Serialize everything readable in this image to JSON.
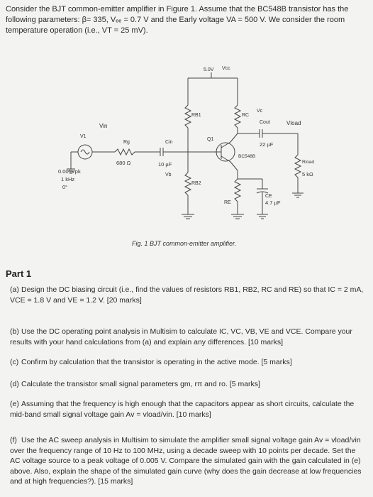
{
  "intro": "Consider the BJT common-emitter amplifier in Figure 1. Assume that the BC548B transistor has the following parameters: β= 335, Vₑₑ = 0.7 V and the Early voltage VA = 500 V. We consider the room temperature operation (i.e., VT = 25 mV).",
  "figure": {
    "labels": {
      "vsupply": "5.0V",
      "vcc": "Vcc",
      "vc": "Vc",
      "rc": "RC",
      "rb1": "RB1",
      "q1": "Q1",
      "cout": "Cout",
      "cout_val": "22 µF",
      "vload": "Vload",
      "vin": "Vin",
      "v1": "V1",
      "rg": "Rg",
      "rg_val": "680 Ω",
      "cin": "Cin",
      "cin_val": "10 µF",
      "vb": "Vb",
      "bc548b": "BC548B",
      "rload": "Rload",
      "rload_val": "5 kΩ",
      "rb2": "RB2",
      "src_amp": "0.005Vpk",
      "src_freq": "1 kHz",
      "src_phase": "0°",
      "re": "RE",
      "ce": "CE",
      "ce_val": "4.7 µF"
    },
    "caption": "Fig. 1 BJT common-emitter amplifier."
  },
  "part": {
    "title": "Part 1",
    "questions": [
      {
        "label": "(a)",
        "text": "Design the DC biasing circuit (i.e., find the values of resistors RB1, RB2, RC and RE) so that IC = 2 mA, VCE = 1.8 V and VE = 1.2 V. [20 marks]"
      },
      {
        "label": "(b)",
        "text": "Use the DC operating point analysis in Multisim to calculate IC, VC, VB, VE and VCE. Compare your results with your hand calculations from (a) and explain any differences. [10 marks]"
      },
      {
        "label": "(c)",
        "text": "Confirm by calculation that the transistor is operating in the active mode. [5 marks]"
      },
      {
        "label": "(d)",
        "text": "Calculate the transistor small signal parameters gm, rπ and ro. [5 marks]"
      },
      {
        "label": "(e)",
        "text": "Assuming that the frequency is high enough that the capacitors appear as short circuits, calculate the mid-band small signal voltage gain Av = vload/vin. [10 marks]"
      },
      {
        "label": "(f)",
        "text": "Use the AC sweep analysis in Multisim to simulate the amplifier small signal voltage gain Av = vload/vin over the frequency range of 10 Hz to 100 MHz, using a decade sweep with 10 points per decade. Set the AC voltage source to a peak voltage of 0.005 V. Compare the simulated gain with the gain calculated in (e) above. Also, explain the shape of the simulated gain curve (why does the gain decrease at low frequencies and at high frequencies?). [15 marks]"
      }
    ]
  }
}
